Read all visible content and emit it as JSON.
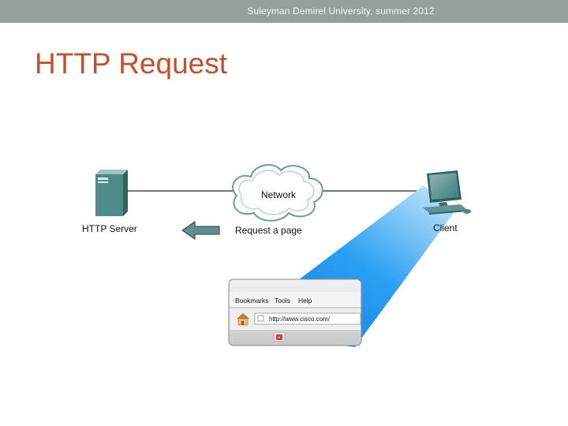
{
  "header": {
    "footer_text": "Suleyman Demirel University, summer 2012"
  },
  "slide": {
    "title": "HTTP Request"
  },
  "diagram": {
    "server_label": "HTTP Server",
    "network_label": "Network",
    "request_label": "Request a page",
    "client_label": "Client",
    "browser": {
      "menu_bookmarks": "Bookmarks",
      "menu_tools": "Tools",
      "menu_help": "Help",
      "address_value": "http://www.cisco.com/"
    }
  },
  "colors": {
    "title": "#c1502c",
    "topbar": "#94a19a",
    "beam": "#1a8ee8",
    "arrow": "#5f8f8c"
  }
}
